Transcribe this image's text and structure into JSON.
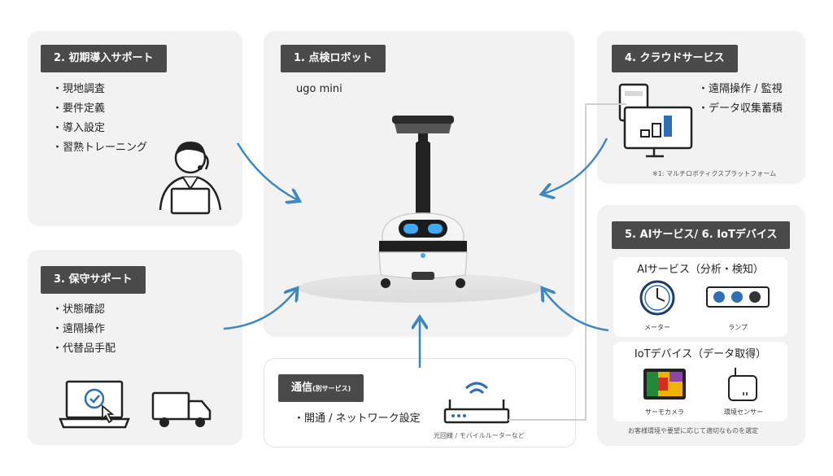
{
  "panel_initial": {
    "title": "2. 初期導入サポート",
    "items": [
      "現地調査",
      "要件定義",
      "導入設定",
      "習熟トレーニング"
    ]
  },
  "panel_maintenance": {
    "title": "3. 保守サポート",
    "items": [
      "状態確認",
      "遠隔操作",
      "代替品手配"
    ]
  },
  "panel_robot": {
    "title": "1. 点検ロボット",
    "subtitle": "ugo mini"
  },
  "panel_cloud": {
    "title": "4. クラウドサービス",
    "items": [
      "遠隔操作 / 監視",
      "データ収集蓄積"
    ],
    "footnote": "※1: マルチロボティクスプラットフォーム"
  },
  "panel_ai": {
    "title": "5. AIサービス/ 6. IoTデバイス",
    "ai_card_title": "AIサービス（分析・検知）",
    "ai_items": [
      "メーター",
      "ランプ"
    ],
    "iot_card_title": "IoTデバイス（データ取得）",
    "iot_items": [
      "サーモカメラ",
      "環境センサー"
    ],
    "footnote": "お客様環境や要望に応じて適切なものを選定"
  },
  "panel_comm": {
    "title": "通信",
    "title_sub": "(別サービス)",
    "item": "開通 / ネットワーク設定",
    "router_caption": "光回線 / モバイルルーターなど"
  },
  "colors": {
    "arrow": "#3d87c2",
    "header_bg": "#4a4a4a",
    "panel_bg": "#f2f2f2",
    "accent_blue": "#2f6fb7"
  }
}
